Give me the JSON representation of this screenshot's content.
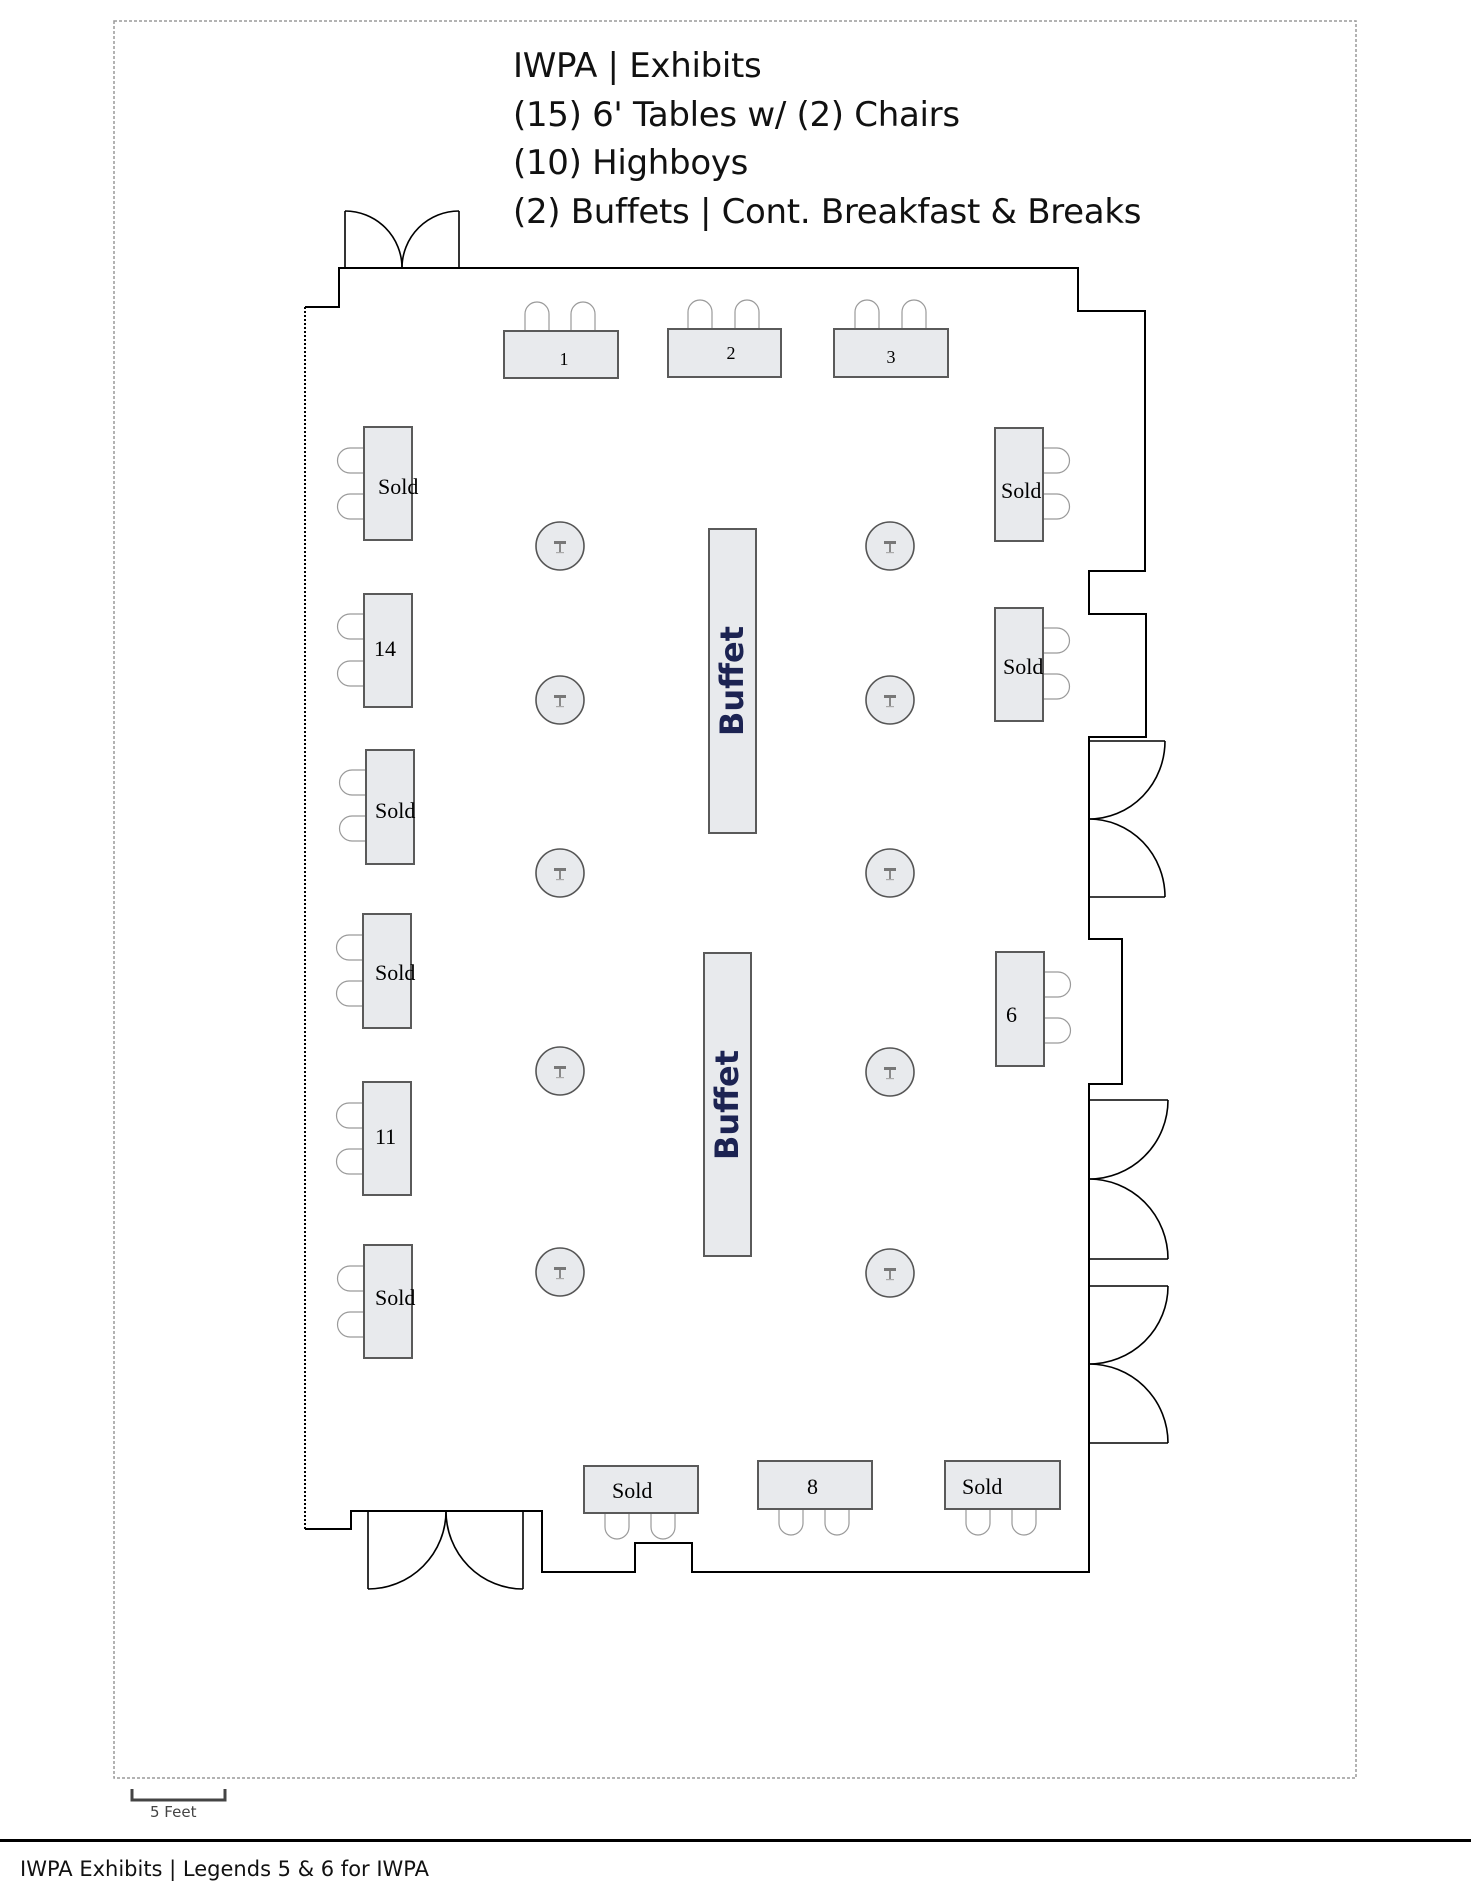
{
  "header": {
    "lines": [
      "IWPA | Exhibits",
      "(15) 6' Tables w/ (2) Chairs",
      "(10) Highboys",
      "(2) Buffets | Cont. Breakfast & Breaks"
    ]
  },
  "colors": {
    "table_fill": "#e8eaed",
    "table_stroke": "#5a5a5a",
    "wall": "#000000",
    "buffet_text": "#1c2352",
    "frame": "#9a9a9a"
  },
  "tables": {
    "top": [
      {
        "label": "1"
      },
      {
        "label": "2"
      },
      {
        "label": "3"
      }
    ],
    "left": [
      {
        "label": "Sold"
      },
      {
        "label": "14"
      },
      {
        "label": "Sold"
      },
      {
        "label": "Sold"
      },
      {
        "label": "11"
      },
      {
        "label": "Sold"
      }
    ],
    "right": [
      {
        "label": "Sold"
      },
      {
        "label": "Sold"
      },
      {
        "label": "6"
      }
    ],
    "bottom": [
      {
        "label": "Sold"
      },
      {
        "label": "8"
      },
      {
        "label": "Sold"
      }
    ]
  },
  "buffets": [
    {
      "label": "Buffet"
    },
    {
      "label": "Buffet"
    }
  ],
  "highboys_count": 10,
  "scale_bar": {
    "label": "5 Feet"
  },
  "footer": {
    "text": "IWPA Exhibits | Legends 5 & 6 for IWPA"
  }
}
